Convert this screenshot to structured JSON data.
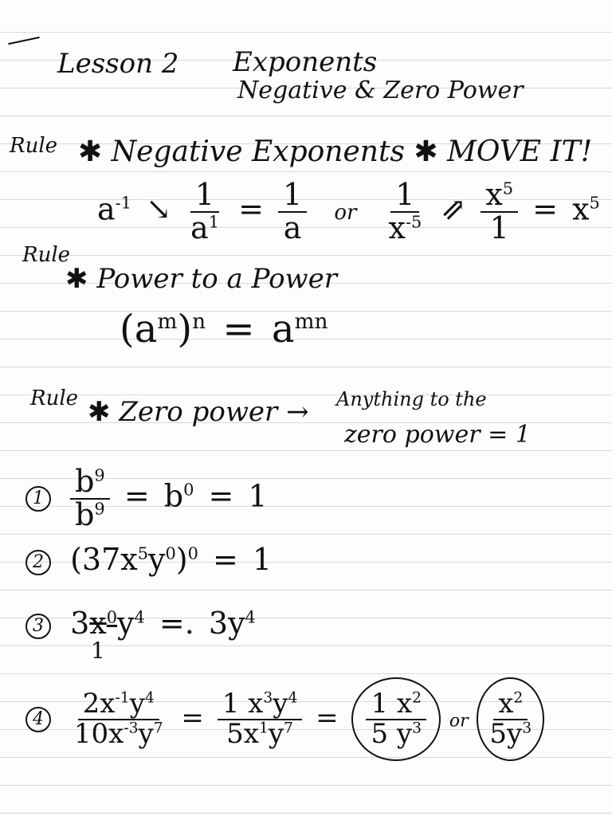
{
  "header": {
    "lesson": "Lesson 2",
    "topic": "Exponents",
    "subtopic": "Negative & Zero Power"
  },
  "rules": [
    {
      "label": "Rule",
      "heading": "Negative Exponents",
      "emphasis": "MOVE IT!",
      "example": {
        "lhs_base": "a",
        "lhs_exp": "-1",
        "f1_num": "1",
        "f1_den_base": "a",
        "f1_den_exp": "1",
        "f2_num": "1",
        "f2_den": "a",
        "or": "or",
        "f3_num": "1",
        "f3_den_base": "x",
        "f3_den_exp": "-5",
        "f4_num_base": "x",
        "f4_num_exp": "5",
        "f4_den": "1",
        "result_base": "x",
        "result_exp": "5"
      }
    },
    {
      "label": "Rule",
      "heading": "Power to a Power",
      "example": {
        "base": "a",
        "inner_exp": "m",
        "outer_exp": "n",
        "result_base": "a",
        "result_exp": "mn"
      }
    },
    {
      "label": "Rule",
      "heading": "Zero power",
      "note_line1": "Anything to the",
      "note_line2": "zero power = 1"
    }
  ],
  "examples": {
    "ex1": {
      "num": "1",
      "frac_num_base": "b",
      "frac_num_exp": "9",
      "frac_den_base": "b",
      "frac_den_exp": "9",
      "mid_base": "b",
      "mid_exp": "0",
      "result": "1"
    },
    "ex2": {
      "num": "2",
      "coef": "37",
      "x": "x",
      "x_exp": "5",
      "y": "y",
      "y_exp": "0",
      "outer_exp": "0",
      "result": "1"
    },
    "ex3": {
      "num": "3",
      "coef": "3",
      "x": "x",
      "x_exp": "0",
      "y": "y",
      "y_exp": "4",
      "under": "1",
      "result_coef": "3",
      "result_y": "y",
      "result_exp": "4"
    },
    "ex4": {
      "num": "4",
      "a_num": "2x",
      "a_num_xexp": "-1",
      "a_num_y": "y",
      "a_num_yexp": "4",
      "a_den": "10x",
      "a_den_xexp": "-3",
      "a_den_y": "y",
      "a_den_yexp": "7",
      "b_num": "1 x",
      "b_num_xexp": "3",
      "b_num_y": "y",
      "b_num_yexp": "4",
      "b_den": "5x",
      "b_den_xexp": "1",
      "b_den_y": "y",
      "b_den_yexp": "7",
      "c_num": "1 x",
      "c_num_exp": "2",
      "c_den": "5 y",
      "c_den_exp": "3",
      "or": "or",
      "d_num": "x",
      "d_num_exp": "2",
      "d_den": "5y",
      "d_den_exp": "3"
    }
  }
}
